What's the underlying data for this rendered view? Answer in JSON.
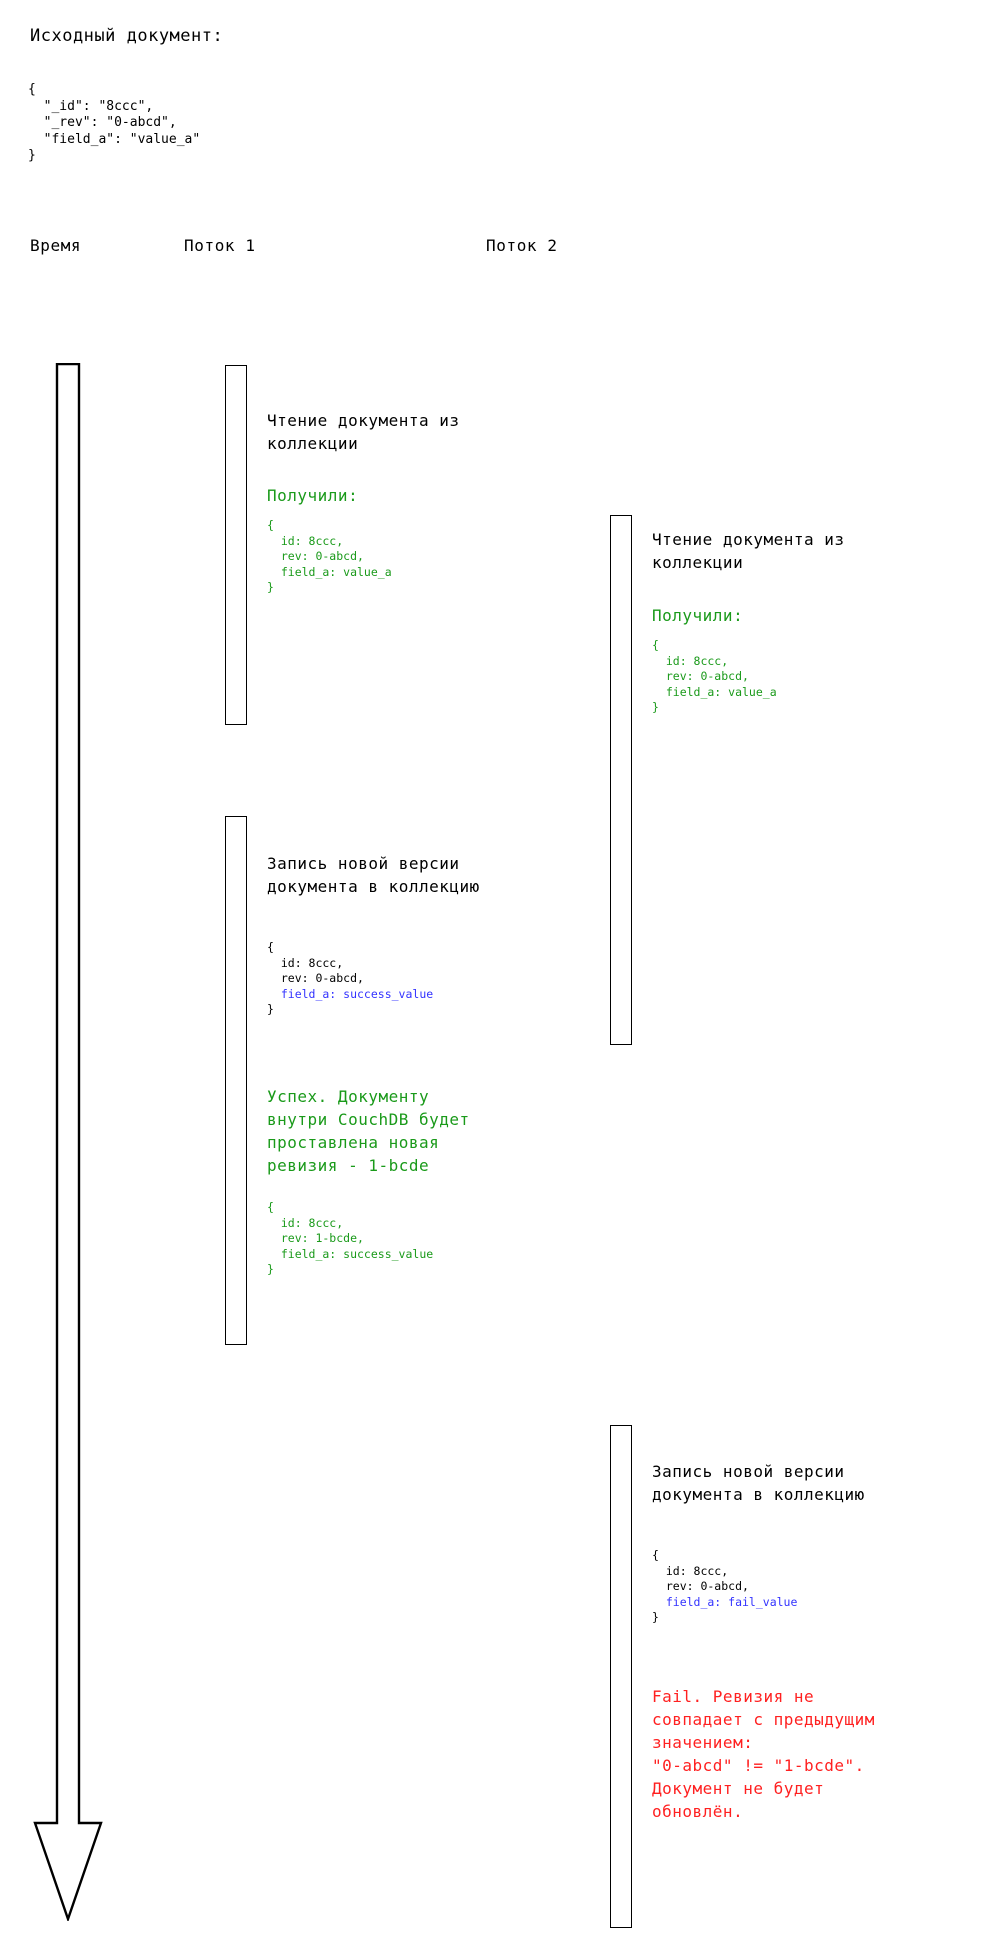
{
  "source_doc": {
    "title": "Исходный документ:",
    "json": "{\n  \"_id\": \"8ccc\",\n  \"_rev\": \"0-abcd\",\n  \"field_a\": \"value_a\"\n}"
  },
  "columns": {
    "time": "Время",
    "thread1": "Поток 1",
    "thread2": "Поток 2"
  },
  "colors": {
    "success": "#1a9a1a",
    "fail": "#ff2020",
    "changed_field": "#3333ff",
    "text": "#000000",
    "line": "#000000"
  },
  "thread1": {
    "step1": {
      "title": "Чтение документа из\nколлекции",
      "result_label": "Получили:",
      "result_json_lines": [
        {
          "text": "{",
          "color": "success"
        },
        {
          "text": "  id: 8ccc,",
          "color": "success"
        },
        {
          "text": "  rev: 0-abcd,",
          "color": "success"
        },
        {
          "text": "  field_a: value_a",
          "color": "success"
        },
        {
          "text": "}",
          "color": "success"
        }
      ]
    },
    "step2": {
      "title": "Запись новой версии\nдокумента в коллекцию",
      "payload_json_lines": [
        {
          "text": "{",
          "color": "text"
        },
        {
          "text": "  id: 8ccc,",
          "color": "text"
        },
        {
          "text": "  rev: 0-abcd,",
          "color": "text"
        },
        {
          "text": "  field_a: success_value",
          "color": "changed_field"
        },
        {
          "text": "}",
          "color": "text"
        }
      ],
      "result_label": "Успех. Документу\nвнутри CouchDB будет\nпроставлена новая\nревизия - 1-bcde",
      "result_json_lines": [
        {
          "text": "{",
          "color": "success"
        },
        {
          "text": "  id: 8ccc,",
          "color": "success"
        },
        {
          "text": "  rev: 1-bcde,",
          "color": "success"
        },
        {
          "text": "  field_a: success_value",
          "color": "success"
        },
        {
          "text": "}",
          "color": "success"
        }
      ]
    }
  },
  "thread2": {
    "step1": {
      "title": "Чтение документа из\nколлекции",
      "result_label": "Получили:",
      "result_json_lines": [
        {
          "text": "{",
          "color": "success"
        },
        {
          "text": "  id: 8ccc,",
          "color": "success"
        },
        {
          "text": "  rev: 0-abcd,",
          "color": "success"
        },
        {
          "text": "  field_a: value_a",
          "color": "success"
        },
        {
          "text": "}",
          "color": "success"
        }
      ]
    },
    "step2": {
      "title": "Запись новой версии\nдокумента в коллекцию",
      "payload_json_lines": [
        {
          "text": "{",
          "color": "text"
        },
        {
          "text": "  id: 8ccc,",
          "color": "text"
        },
        {
          "text": "  rev: 0-abcd,",
          "color": "text"
        },
        {
          "text": "  field_a: fail_value",
          "color": "changed_field"
        },
        {
          "text": "}",
          "color": "text"
        }
      ],
      "result_label": "Fail. Ревизия не\nсовпадает с предыдущим\nзначением:\n\"0-abcd\" != \"1-bcde\".\nДокумент не будет\nобновлён."
    }
  }
}
